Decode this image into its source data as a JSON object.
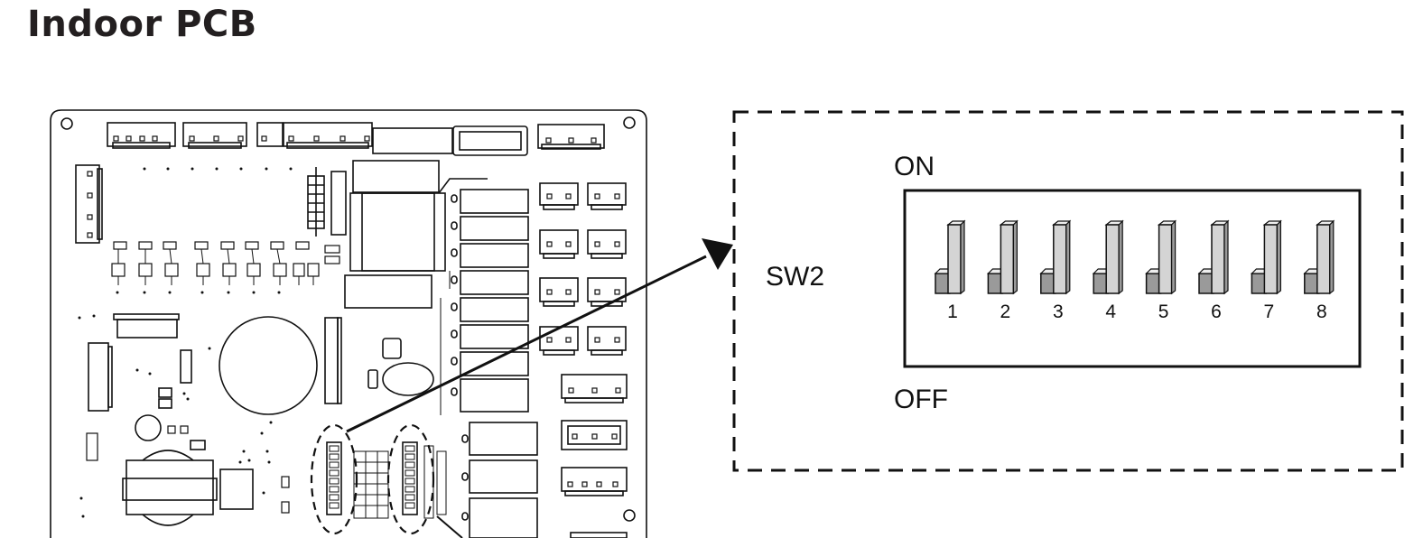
{
  "title": "Indoor PCB",
  "detail": {
    "switch_label": "SW2",
    "on_label": "ON",
    "off_label": "OFF",
    "positions": [
      "1",
      "2",
      "3",
      "4",
      "5",
      "6",
      "7",
      "8"
    ],
    "state": [
      "on",
      "on",
      "on",
      "on",
      "on",
      "on",
      "on",
      "on"
    ]
  },
  "colors": {
    "line": "#111111",
    "lever_face": "#d4d4d4",
    "lever_side": "#9a9a9a"
  }
}
